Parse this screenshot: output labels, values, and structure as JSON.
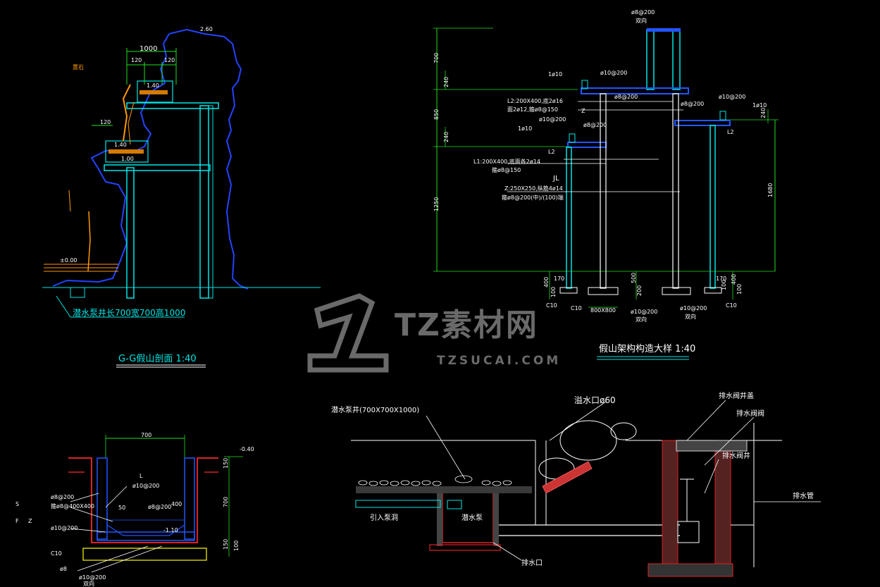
{
  "watermark": {
    "cn": "TZ素材网",
    "en": "TZSUCAI.COM"
  },
  "gg_section": {
    "title": "G-G假山剖面  1:40",
    "pump_well_note": "潜水泵井长700宽700高1000",
    "dims": {
      "top_width": "1000",
      "left_120": "120",
      "right_120": "120",
      "mid_120": "120"
    },
    "small_labels": {
      "stone": "置石",
      "top_elev": "2.60",
      "mid_elev": "1.40",
      "low_elev": "1.00",
      "water_elev": "±0.00",
      "mid_140": "1.40"
    }
  },
  "frame_detail": {
    "title": "假山架构构造大样  1:40",
    "labels": {
      "top_pipe": "ø8@200",
      "top_pipe_sub": "双向",
      "l1_top": "1ø10",
      "mid_pipe": "ø10@200",
      "mid_pipe2": "ø8@200",
      "l2_spec": "L2:200X400,底2ø16",
      "l2_spec2": "面2ø12,箍ø8@150",
      "z_mark": "Z",
      "right_pipe": "ø8@200",
      "right_pipe2": "ø10@200",
      "right_1ø10": "1ø10",
      "right_l2": "L2",
      "left_1ø10": "1ø10",
      "left_ø10": "ø10@200",
      "left_ø8": "ø8@200",
      "left_l2": "L2",
      "l1_spec": "L1:200X400,底面各2ø14",
      "l1_spec2": "箍ø8@150",
      "jl": "JL",
      "z_spec": "Z:250X250,纵筋4ø14",
      "z_spec2": "箍ø8@200(中)/(100)端",
      "base_c10_left": "C10",
      "base_c10_mid": "C10",
      "base_size": "800X800",
      "base_ø10": "ø10@200",
      "base_ø10_sub": "双向",
      "base_ø10_right": "ø10@200",
      "base_ø10_right_sub": "双向",
      "base_c10_right": "C10"
    },
    "dims": {
      "d700": "700",
      "d240": "240",
      "d850": "850",
      "d240b": "240",
      "d1250": "1250",
      "d1680": "1680",
      "d240c": "240",
      "b170": "170",
      "b400": "400",
      "b100": "100",
      "b500": "500",
      "b200": "200",
      "b100r": "100",
      "b170r": "170",
      "b400r": "400",
      "b100rr": "100"
    }
  },
  "pump_section": {
    "width": "700",
    "elev_top": "-0.40",
    "elev_bottom": "-1.10",
    "dims": {
      "d150": "150",
      "d700": "700",
      "d150b": "150",
      "d100": "100"
    },
    "labels": {
      "l_mark": "L",
      "ø10_200": "ø10@200",
      "ø8_200": "ø8@200",
      "ø8_200b": "ø8@200",
      "beam": "箍ø8@400X400",
      "ø10_200b": "ø10@200",
      "d50": "50",
      "d400": "400",
      "c10": "C10",
      "ø10_bottom": "ø10@200",
      "bottom_sub": "双向",
      "ø8_bot": "ø8",
      "side_s": "S",
      "side_f": "F",
      "side_z": "Z"
    }
  },
  "drain_section": {
    "labels": {
      "pump_well": "潜水泵井(700X700X1000)",
      "overflow": "溢水口ø60",
      "cover": "排水阀井盖",
      "valve": "排水阀阀",
      "valve_well": "排水阀井",
      "drain_pipe": "排水管",
      "inlet": "引入泵洞",
      "pump": "潜水泵",
      "outlet": "排水口"
    }
  }
}
